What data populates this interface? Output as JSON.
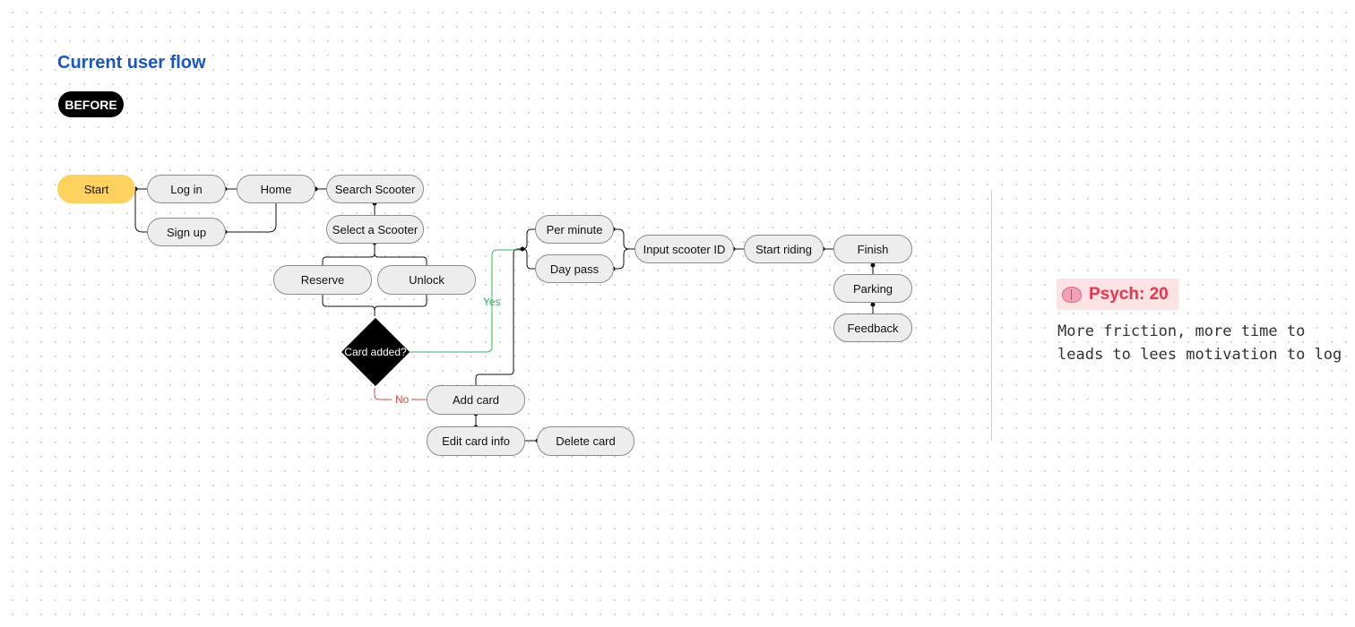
{
  "title": "Current user flow",
  "badge": "BEFORE",
  "nodes": {
    "start": "Start",
    "log_in": "Log in",
    "sign_up": "Sign up",
    "home": "Home",
    "search_scooter": "Search Scooter",
    "select_scooter": "Select a Scooter",
    "reserve": "Reserve",
    "unlock": "Unlock",
    "decision": "Card added?",
    "add_card": "Add card",
    "edit_card": "Edit card info",
    "delete_card": "Delete card",
    "per_minute": "Per minute",
    "day_pass": "Day pass",
    "input_scooter_id": "Input scooter ID",
    "start_riding": "Start riding",
    "finish": "Finish",
    "parking": "Parking",
    "feedback": "Feedback"
  },
  "edge_labels": {
    "yes": "Yes",
    "no": "No"
  },
  "colors": {
    "yes": "#2eb55c",
    "no": "#e14a4a",
    "accent": "#1a56c8",
    "start": "#fdd25e"
  },
  "psych": {
    "icon": "brain-icon",
    "label": "Psych: 20"
  },
  "note": "More friction, more time to leads to lees motivation to log"
}
